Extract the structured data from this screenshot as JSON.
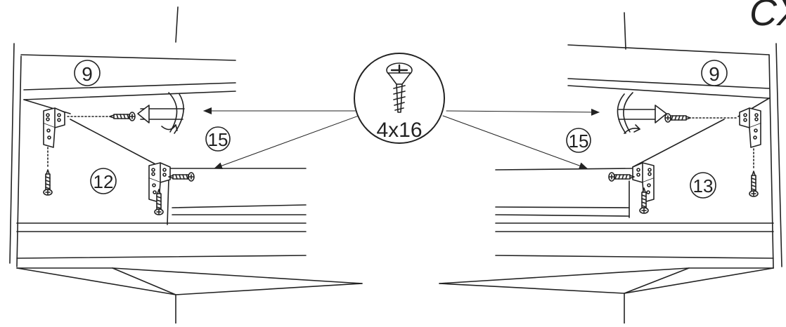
{
  "step_mark": "CX",
  "screw": {
    "size": "4x16"
  },
  "part_numbers": {
    "left_top_panel": "9",
    "right_top_panel": "9",
    "left_side_panel": "12",
    "right_side_panel": "13",
    "left_fastener_callout": "15",
    "right_fastener_callout": "15"
  }
}
